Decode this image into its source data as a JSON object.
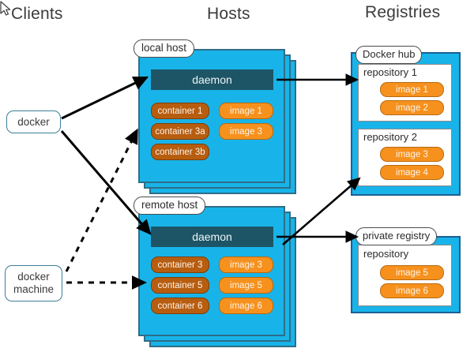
{
  "columns": {
    "clients": "Clients",
    "hosts": "Hosts",
    "registries": "Registries"
  },
  "clients": {
    "items": [
      {
        "id": "docker",
        "label": "docker"
      },
      {
        "id": "docker-machine",
        "line1": "docker",
        "line2": "machine"
      }
    ]
  },
  "hosts": [
    {
      "id": "local-host",
      "label": "local host",
      "daemon": "daemon",
      "containers": [
        "container 1",
        "container 3a",
        "container 3b"
      ],
      "images": [
        "image 1",
        "image 3"
      ]
    },
    {
      "id": "remote-host",
      "label": "remote host",
      "daemon": "daemon",
      "containers": [
        "container 3",
        "container 5",
        "container 6"
      ],
      "images": [
        "image 3",
        "image 5",
        "image 6"
      ]
    }
  ],
  "registries": [
    {
      "id": "docker-hub",
      "label": "Docker hub",
      "repositories": [
        {
          "title": "repository 1",
          "images": [
            "image 1",
            "image 2"
          ]
        },
        {
          "title": "repository 2",
          "images": [
            "image 3",
            "image 4"
          ]
        }
      ]
    },
    {
      "id": "private-registry",
      "label": "private registry",
      "repositories": [
        {
          "title": "repository",
          "images": [
            "image 5",
            "image 6"
          ]
        }
      ]
    }
  ],
  "colors": {
    "host_panel": "#18b4e9",
    "host_border": "#2e6e88",
    "daemon": "#1d5566",
    "container_pill": "#b75d10",
    "image_pill": "#f6911d",
    "registry_border": "#1b5f95",
    "background": "#ffffff",
    "arrow": "#000000"
  },
  "connections": [
    {
      "id": "docker-to-local-daemon",
      "style": "solid",
      "from": "docker",
      "to": "local host daemon"
    },
    {
      "id": "docker-to-remote-daemon",
      "style": "solid",
      "from": "docker",
      "to": "remote host daemon"
    },
    {
      "id": "machine-to-local-host",
      "style": "dashed",
      "from": "docker machine",
      "to": "local host"
    },
    {
      "id": "machine-to-remote-host",
      "style": "dashed",
      "from": "docker machine",
      "to": "remote host"
    },
    {
      "id": "local-daemon-to-repository-1",
      "style": "solid",
      "from": "local host daemon",
      "to": "repository 1"
    },
    {
      "id": "remote-daemon-to-repository-2",
      "style": "solid",
      "from": "remote host daemon",
      "to": "repository 2"
    },
    {
      "id": "remote-daemon-to-private",
      "style": "solid",
      "from": "remote host daemon",
      "to": "private registry"
    }
  ]
}
